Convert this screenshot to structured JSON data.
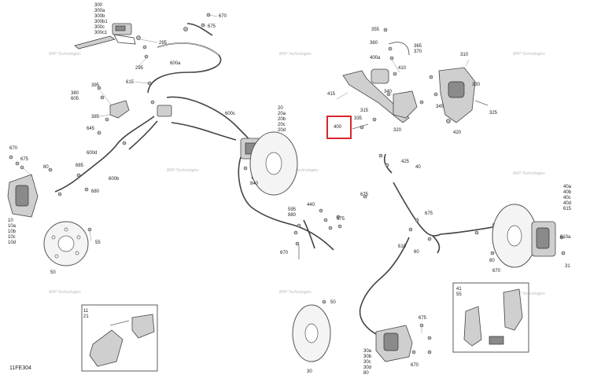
{
  "diagram_code": "11FE304",
  "watermark_text": "BRP Technologies",
  "highlight_color": "#d8262c",
  "callouts": {
    "c300": "300",
    "c300a": "300a",
    "c300b": "300b",
    "c300b1": "300b1",
    "c300c": "300c",
    "c300c1": "300c1",
    "c670_top": "670",
    "c675_top": "675",
    "c295_a": "295",
    "c295_b": "295",
    "c600a": "600a",
    "c615_top": "615",
    "c395": "395",
    "c380": "380",
    "c605": "605",
    "c385": "385",
    "c600c": "600c",
    "c20": "20",
    "c20a": "20a",
    "c20b": "20b",
    "c20c": "20c",
    "c20d": "20d",
    "c645": "645",
    "c600d": "600d",
    "c670_left": "670",
    "c675_left": "675",
    "c80_left": "80",
    "c685": "685",
    "c600b": "600b",
    "c680": "680",
    "c10": "10",
    "c10a": "10a",
    "c10b": "10b",
    "c10c": "10c",
    "c10d": "10d",
    "c55_left": "55",
    "c50_left": "50",
    "c840": "840",
    "c595": "595",
    "c880": "880",
    "c440": "440",
    "c675_mid": "675",
    "c670_mid": "670",
    "c11": "11",
    "c21": "21",
    "c355": "355",
    "c360": "360",
    "c365": "365",
    "c370": "370",
    "c400a": "400a",
    "c410": "410",
    "c310": "310",
    "c330": "330",
    "c415": "415",
    "c340": "340",
    "c345": "345",
    "c315": "315",
    "c335": "335",
    "c400": "400",
    "c320": "320",
    "c325": "325",
    "c420": "420",
    "c425": "425",
    "c40": "40",
    "c40a": "40a",
    "c40b": "40b",
    "c40c": "40c",
    "c40d": "40d",
    "c615_right": "615",
    "c675_right_a": "675",
    "c675_right_b": "675",
    "c610a": "610a",
    "c610": "610",
    "c60": "60",
    "c80_right": "80",
    "c670_right": "670",
    "c31": "31",
    "c41": "41",
    "c55_mid": "55",
    "c50_mid": "50",
    "c30": "30",
    "c30a": "30a",
    "c30b": "30b",
    "c30c": "30c",
    "c30d": "30d",
    "c80_bottom": "80",
    "c675_bottom": "675",
    "c670_bottom": "670"
  }
}
